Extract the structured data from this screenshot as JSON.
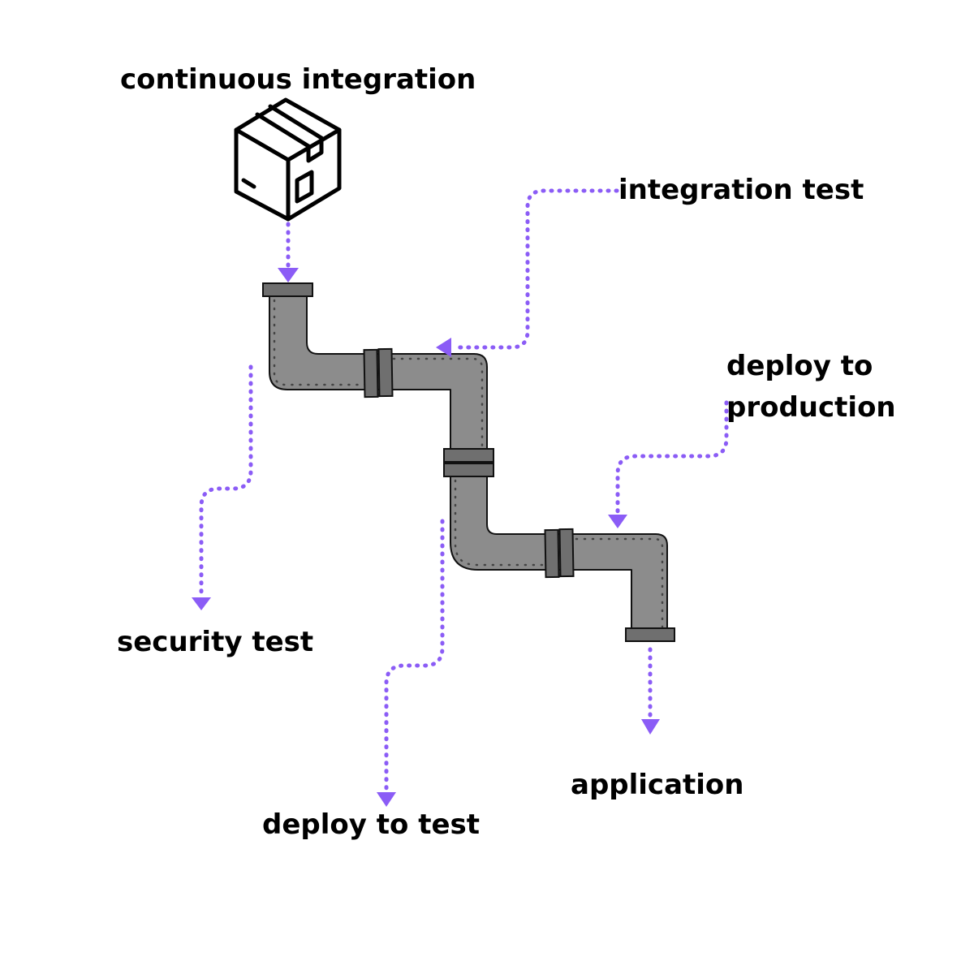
{
  "labels": {
    "continuous_integration": "continuous integration",
    "integration_test": "integration test",
    "deploy_to_production": "deploy to production",
    "security_test": "security test",
    "application": "application",
    "deploy_to_test": "deploy to test"
  },
  "colors": {
    "arrow": "#8b5cf6",
    "pipe_fill": "#8c8c8c",
    "pipe_stroke": "#111111",
    "flange": "#6f6f6f",
    "text": "#000000"
  },
  "icons": [
    "package-box-icon",
    "pipeline-icon"
  ]
}
